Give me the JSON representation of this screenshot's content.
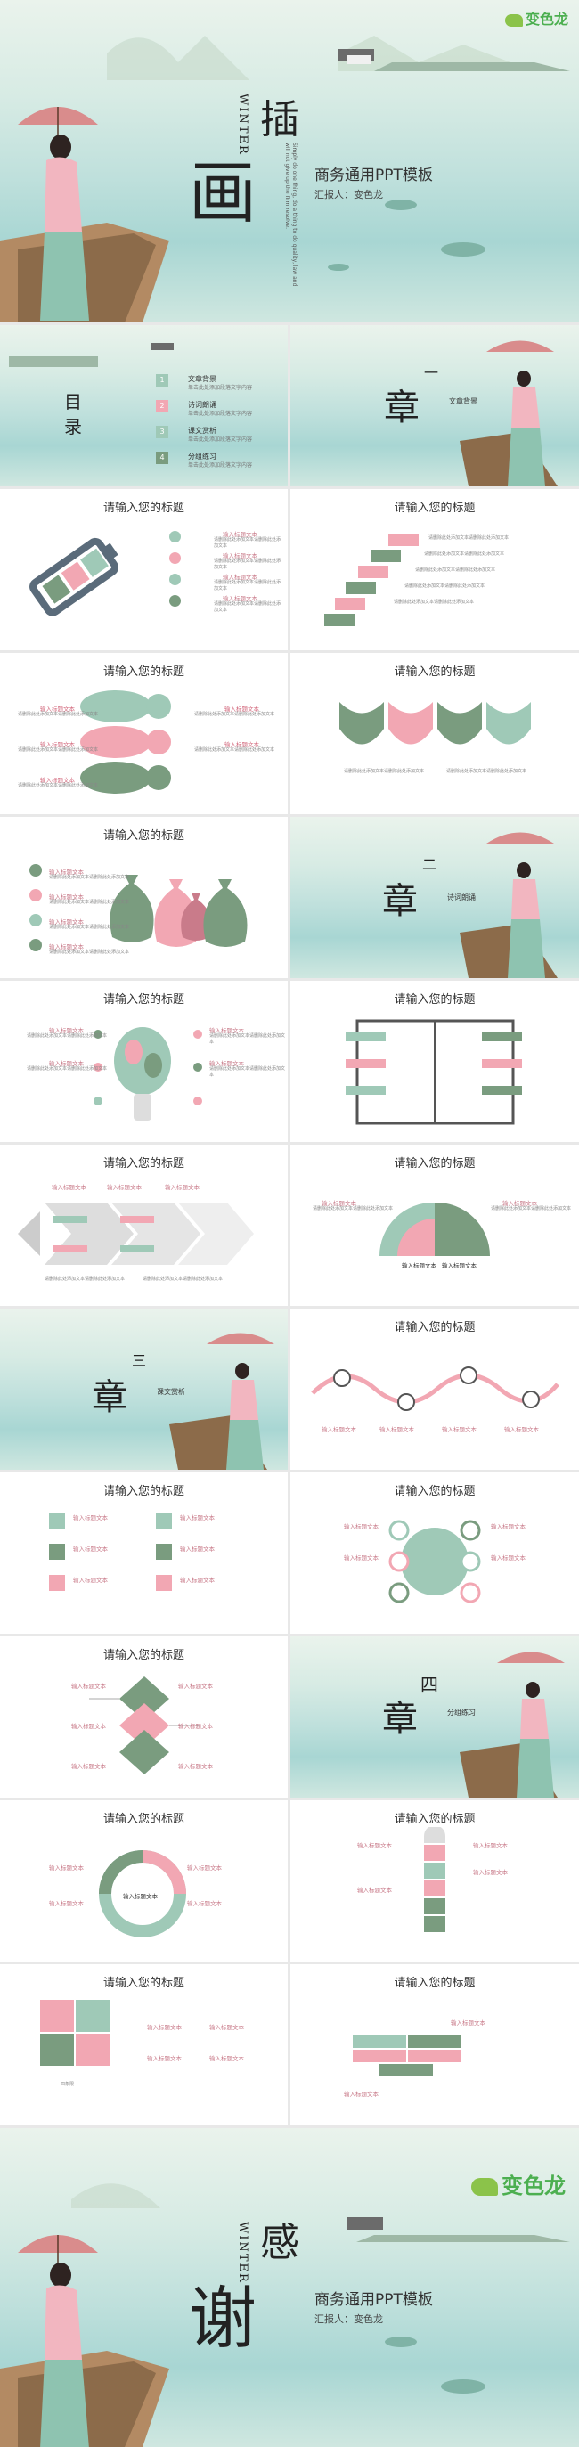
{
  "cover": {
    "logo": "变色龙",
    "winter": "WINTER",
    "char1": "插",
    "char2": "画",
    "title": "商务通用PPT模板",
    "reporter": "汇报人：变色龙",
    "vertical_en": "Simply do one thing, do a thing to do quality, law and will not give up the firm resolve."
  },
  "toc": {
    "label1": "目",
    "label2": "录",
    "items": [
      {
        "num": "1",
        "title": "文章背景",
        "desc": "单击此处添加段落文字内容"
      },
      {
        "num": "2",
        "title": "诗词朗诵",
        "desc": "单击此处添加段落文字内容"
      },
      {
        "num": "3",
        "title": "课文赏析",
        "desc": "单击此处添加段落文字内容"
      },
      {
        "num": "4",
        "title": "分组练习",
        "desc": "单击此处添加段落文字内容"
      }
    ]
  },
  "chapters": [
    {
      "num": "一",
      "char": "章",
      "name": "文章背景"
    },
    {
      "num": "二",
      "char": "章",
      "name": "诗词朗诵"
    },
    {
      "num": "三",
      "char": "章",
      "name": "课文赏析"
    },
    {
      "num": "四",
      "char": "章",
      "name": "分组练习"
    }
  ],
  "content_title": "请输入您的标题",
  "placeholder_title": "输入标题文本",
  "placeholder_text": "请删除此处添加文本请删除此处添加文本",
  "tree_labels": [
    "输入标题文本",
    "输入标题文本",
    "输入标题文本",
    "输入标题文本"
  ],
  "matrix_label": "四象限",
  "end": {
    "logo": "变色龙",
    "winter": "WINTER",
    "char1": "感",
    "char2": "谢",
    "title": "商务通用PPT模板",
    "reporter": "汇报人：变色龙"
  },
  "colors": {
    "pink": "#f2a7b3",
    "green": "#7a9c7f",
    "mint": "#9fc9b7",
    "accent": "#d36a7e"
  }
}
